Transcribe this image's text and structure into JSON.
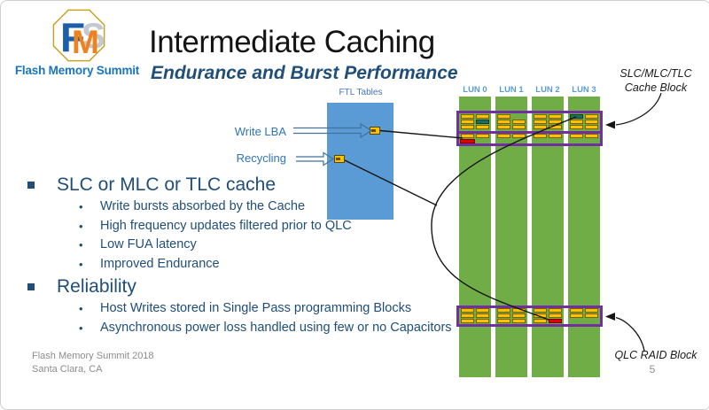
{
  "slide": {
    "title": "Intermediate Caching",
    "subtitle": "Endurance and Burst Performance",
    "page_number": "5",
    "footer": [
      "Flash Memory Summit 2018",
      "Santa Clara, CA"
    ]
  },
  "logo": {
    "monogram": [
      "F",
      "M",
      "S"
    ],
    "name": "Flash Memory Summit"
  },
  "bullets": [
    {
      "label": "SLC or MLC or TLC cache",
      "items": [
        "Write bursts absorbed by the Cache",
        "High frequency updates filtered prior to QLC",
        "Low FUA latency",
        "Improved Endurance"
      ]
    },
    {
      "label": "Reliability",
      "items": [
        "Host Writes stored in Single Pass programming Blocks",
        "Asynchronous power loss handled using few or no Capacitors"
      ]
    }
  ],
  "diagram": {
    "ftl_label": "FTL Tables",
    "write_lba_label": "Write LBA",
    "recycling_label": "Recycling",
    "lun_labels": [
      "LUN 0",
      "LUN 1",
      "LUN 2",
      "LUN 3"
    ],
    "cache_annotation": [
      "SLC/MLC/TLC",
      "Cache Block"
    ],
    "qlc_annotation": "QLC RAID Block",
    "colors": {
      "column_green": "#70AD47",
      "block_purple": "#7030A0",
      "cell_yellow": "#FFC000",
      "cell_border": "#7F6000",
      "cell_teal": "#216E58",
      "cell_red": "#E00000",
      "ftl_blue": "#5B9BD5",
      "label_blue": "#2E75B6",
      "lun_label_blue": "#5B9BD5",
      "text_navy": "#1F4E79"
    },
    "top_block": {
      "luns": [
        {
          "upper": [
            [
              "y",
              "y"
            ],
            [
              "y",
              "t"
            ],
            [
              "y",
              "y"
            ]
          ],
          "lower": [
            "y",
            "y"
          ],
          "red_bar": true
        },
        {
          "upper": [
            [
              "y",
              "e"
            ],
            [
              "y",
              "y"
            ],
            [
              "y",
              "y"
            ]
          ],
          "lower": [
            "y",
            "y"
          ],
          "red_bar": false
        },
        {
          "upper": [
            [
              "y",
              "y"
            ],
            [
              "y",
              "y"
            ],
            [
              "y",
              "y"
            ]
          ],
          "lower": [
            "y",
            "y"
          ],
          "red_bar": false
        },
        {
          "upper": [
            [
              "t",
              "y"
            ],
            [
              "y",
              "y"
            ],
            [
              "y",
              "y"
            ]
          ],
          "lower": [
            "y",
            "y"
          ],
          "red_bar": false
        }
      ]
    },
    "bottom_block": {
      "luns": [
        {
          "rows": [
            [
              "y",
              "y"
            ],
            [
              "y",
              "y"
            ],
            [
              "y",
              "y"
            ]
          ]
        },
        {
          "rows": [
            [
              "y",
              "y"
            ],
            [
              "y",
              "y"
            ],
            [
              "y",
              "y"
            ]
          ]
        },
        {
          "rows": [
            [
              "y",
              "y"
            ],
            [
              "y",
              "y"
            ],
            [
              "y",
              "r"
            ]
          ]
        },
        {
          "rows": [
            [
              "y",
              "y"
            ],
            [
              "y",
              "y"
            ]
          ]
        }
      ]
    }
  }
}
